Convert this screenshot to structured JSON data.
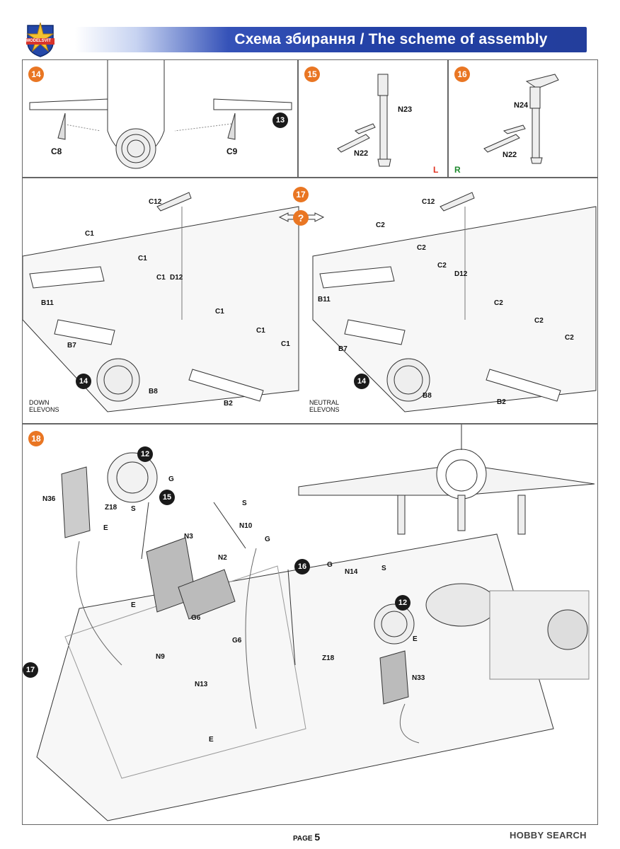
{
  "header": {
    "title": "Схема збирання / The scheme of assembly",
    "logo_text": "MODELSVIT"
  },
  "steps": {
    "s14": {
      "number": "14",
      "parts": [
        "C8",
        "C9"
      ],
      "ref": "13"
    },
    "s15": {
      "number": "15",
      "parts": [
        "N23",
        "N22"
      ],
      "side": "L"
    },
    "s16": {
      "number": "16",
      "parts": [
        "N24",
        "N22"
      ],
      "side": "R"
    },
    "s17": {
      "number": "17",
      "left": {
        "parts": [
          "C12",
          "C1",
          "C1",
          "C1",
          "D12",
          "C1",
          "C1",
          "C1",
          "B11",
          "B7",
          "B8",
          "B2"
        ],
        "ref": "14",
        "caption": "DOWN\nELEVONS"
      },
      "right": {
        "parts": [
          "C12",
          "C2",
          "C2",
          "C2",
          "D12",
          "C2",
          "C2",
          "C2",
          "B11",
          "B7",
          "B8",
          "B2"
        ],
        "ref": "14",
        "caption": "NEUTRAL\nELEVONS"
      },
      "question": "?"
    },
    "s18": {
      "number": "18",
      "parts": [
        "N36",
        "Z18",
        "N3",
        "N10",
        "N2",
        "N14",
        "G6",
        "G6",
        "N9",
        "N13",
        "Z18",
        "N33"
      ],
      "refs": [
        "12",
        "15",
        "16",
        "12",
        "17"
      ],
      "glue_labels": [
        "G",
        "S",
        "E"
      ]
    }
  },
  "footer": {
    "page_label": "PAGE",
    "page_number": "5",
    "watermark": "HOBBY SEARCH"
  },
  "colors": {
    "accent": "#e97623",
    "header_blue": "#2240a5",
    "left_red": "#e0301e",
    "right_green": "#1f8a2e"
  }
}
